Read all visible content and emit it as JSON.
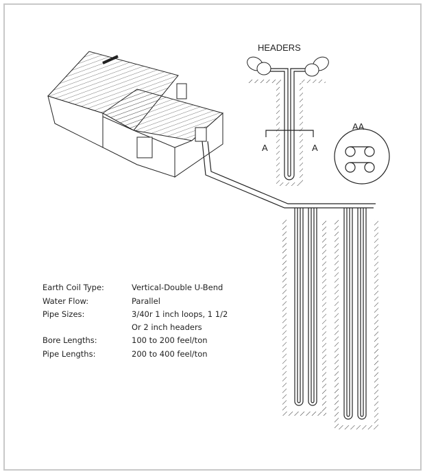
{
  "diagram": {
    "headers_label": "HEADERS",
    "section_label_left": "A",
    "section_label_right": "A",
    "cross_section_label": "AA"
  },
  "specs": [
    {
      "label": "Earth Coil Type:",
      "value": "Vertical-Double U-Bend"
    },
    {
      "label": "Water Flow:",
      "value": "Parallel"
    },
    {
      "label": "Pipe Sizes:",
      "value": "3/40r 1 inch loops, 1 1/2"
    },
    {
      "label": "",
      "value": "Or 2 inch headers"
    },
    {
      "label": "Bore Lengths:",
      "value": "100 to 200 feel/ton"
    },
    {
      "label": "Pipe Lengths:",
      "value": "200 to 400 feel/ton"
    }
  ],
  "colors": {
    "line": "#222222",
    "frame": "#c8c8c8"
  }
}
